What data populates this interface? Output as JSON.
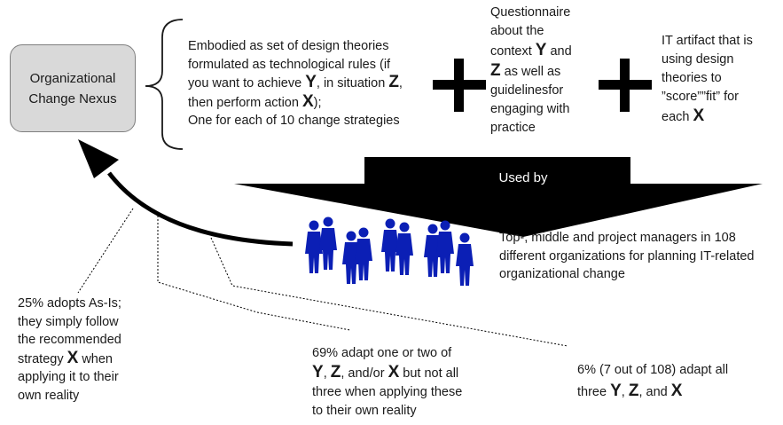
{
  "nexus": {
    "line1": "Organizational",
    "line2": "Change Nexus"
  },
  "design_theories": {
    "l1": "Embodied as set of design theories",
    "l2": "formulated as technological rules (if",
    "l3a": "you want to achieve ",
    "l3Y": "Y",
    "l3b": ", in situation ",
    "l3Z": "Z",
    "l3c": ",",
    "l4a": "then perform action ",
    "l4X": "X",
    "l4b": ");",
    "l5": "One for each of 10 change strategies"
  },
  "questionnaire": {
    "l1": "Questionnaire",
    "l2": "about the",
    "l3a": "context ",
    "l3Y": "Y",
    "l3b": " and",
    "l4Z": "Z",
    "l4b": " as well as",
    "l5": "guidelinesfor",
    "l6": "engaging with",
    "l7": "practice"
  },
  "it_artifact": {
    "l1": "IT artifact that is",
    "l2": "using design",
    "l3": "theories to",
    "l4": "”score””fit” for",
    "l5a": "each ",
    "l5X": "X"
  },
  "used_by": "Used by",
  "managers": {
    "l1": "Top-, middle and project managers in 108",
    "l2": "different organizations for planning IT-related",
    "l3": "organizational change"
  },
  "outcome_25": {
    "l1": "25% adopts As-Is;",
    "l2": "they simply follow",
    "l3": "the recommended",
    "l4a": "strategy ",
    "l4X": "X",
    "l4b": " when",
    "l5": "applying it to their",
    "l6": "own reality"
  },
  "outcome_69": {
    "l1": "69% adapt one or two of",
    "l2Y": "Y",
    "l2a": ", ",
    "l2Z": "Z",
    "l2b": ", and/or ",
    "l2X": "X",
    "l2c": " but not all",
    "l3": "three when applying these",
    "l4": "to their own reality"
  },
  "outcome_6": {
    "l1": "6% (7 out of 108)  adapt all",
    "l2a": "three ",
    "l2Y": "Y",
    "l2b": ", ",
    "l2Z": "Z",
    "l2c": ", and ",
    "l2X": "X"
  },
  "colors": {
    "box_fill": "#d9d9d9",
    "people": "#0b1fb5",
    "arrow": "#000000"
  },
  "icons": {
    "plus": "plus-icon",
    "people": "people-group-icon"
  }
}
